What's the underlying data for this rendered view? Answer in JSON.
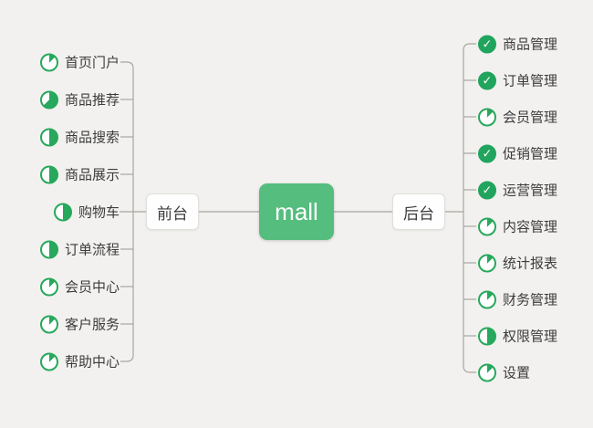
{
  "root": {
    "label": "mall"
  },
  "left_branch": {
    "label": "前台",
    "items": [
      {
        "label": "首页门户",
        "progress": 0.125
      },
      {
        "label": "商品推荐",
        "progress": 0.625
      },
      {
        "label": "商品搜索",
        "progress": 0.5
      },
      {
        "label": "商品展示",
        "progress": 0.5
      },
      {
        "label": "购物车",
        "progress": 0.5
      },
      {
        "label": "订单流程",
        "progress": 0.5
      },
      {
        "label": "会员中心",
        "progress": 0.125
      },
      {
        "label": "客户服务",
        "progress": 0.125
      },
      {
        "label": "帮助中心",
        "progress": 0.125
      }
    ]
  },
  "right_branch": {
    "label": "后台",
    "items": [
      {
        "label": "商品管理",
        "progress": "done"
      },
      {
        "label": "订单管理",
        "progress": "done"
      },
      {
        "label": "会员管理",
        "progress": 0.125
      },
      {
        "label": "促销管理",
        "progress": "done"
      },
      {
        "label": "运营管理",
        "progress": "done"
      },
      {
        "label": "内容管理",
        "progress": 0.125
      },
      {
        "label": "统计报表",
        "progress": 0.125
      },
      {
        "label": "财务管理",
        "progress": 0.125
      },
      {
        "label": "权限管理",
        "progress": 0.5
      },
      {
        "label": "设置",
        "progress": 0.125
      }
    ]
  },
  "colors": {
    "background": "#F2F1EF",
    "root_green": "#55BD7E",
    "icon_green": "#27A85C",
    "done_green": "#21A45D",
    "connector_gray": "#A6A6A1",
    "text_dark": "#3C3C3C"
  }
}
